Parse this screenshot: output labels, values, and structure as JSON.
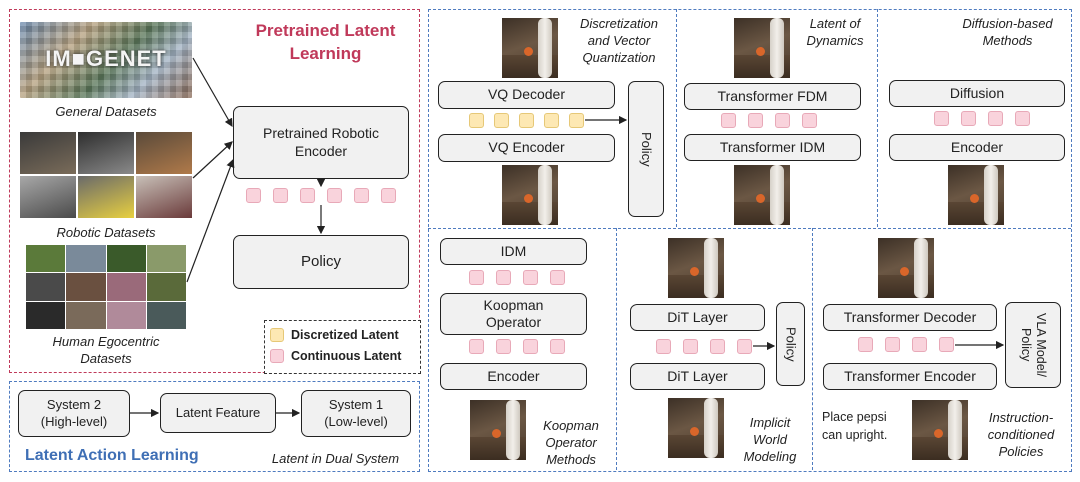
{
  "pretrained": {
    "title": "Pretrained Latent Learning",
    "datasets": {
      "general": "General Datasets",
      "imagenet_logo": "IM■GENET",
      "robotic": "Robotic Datasets",
      "human": "Human Egocentric Datasets"
    },
    "encoder": "Pretrained Robotic Encoder",
    "policy": "Policy"
  },
  "legend": {
    "discretized": "Discretized Latent",
    "continuous": "Continuous Latent"
  },
  "latent_action": {
    "title": "Latent Action Learning",
    "system2": "System 2 (High-level)",
    "feature": "Latent Feature",
    "system1": "System 1 (Low-level)",
    "caption": "Latent in Dual System"
  },
  "vq": {
    "caption": "Discretization and Vector Quantization",
    "decoder": "VQ Decoder",
    "encoder": "VQ Encoder",
    "policy": "Policy"
  },
  "dynamics": {
    "caption": "Latent of Dynamics",
    "fdm": "Transformer FDM",
    "idm": "Transformer IDM"
  },
  "diffusion": {
    "caption": "Diffusion-based Methods",
    "diffusion": "Diffusion",
    "encoder": "Encoder"
  },
  "koopman": {
    "idm": "IDM",
    "operator": "Koopman Operator",
    "encoder": "Encoder",
    "caption": "Koopman Operator Methods"
  },
  "implicit": {
    "dit_top": "DiT Layer",
    "dit_bottom": "DiT Layer",
    "policy": "Policy",
    "caption": "Implicit World Modeling"
  },
  "instruction": {
    "decoder": "Transformer Decoder",
    "encoder": "Transformer Encoder",
    "vla": "VLA Model/ Policy",
    "prompt": "Place pepsi can upright.",
    "caption": "Instruction-conditioned Policies"
  },
  "colors": {
    "red_dash": "#c0395a",
    "blue_dash": "#4f7bbf",
    "continuous": "#f9d3dc",
    "discretized": "#fde8b3",
    "title_red": "#c0395a",
    "title_blue": "#3f6fb5"
  }
}
